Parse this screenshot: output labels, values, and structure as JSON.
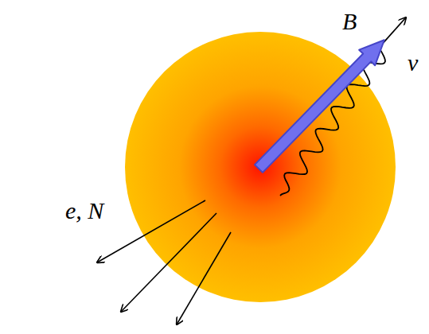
{
  "diagram": {
    "labels": [
      "B",
      "ν",
      "e, N"
    ]
  }
}
